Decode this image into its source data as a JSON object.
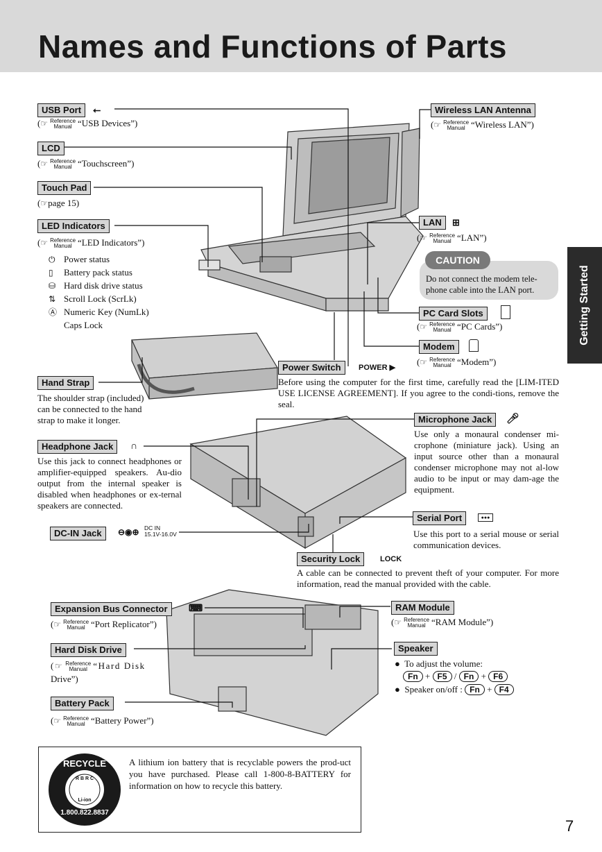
{
  "page_title": "Names and Functions of Parts",
  "side_tab": "Getting Started",
  "page_number": "7",
  "ref_manual": {
    "top": "Reference",
    "bottom": "Manual"
  },
  "labels": {
    "usb_port": "USB Port",
    "lcd": "LCD",
    "touch_pad": "Touch Pad",
    "led_indicators": "LED Indicators",
    "hand_strap": "Hand Strap",
    "wireless_lan": "Wireless LAN Antenna",
    "lan": "LAN",
    "pc_card": "PC Card Slots",
    "modem": "Modem",
    "power_switch": "Power Switch",
    "microphone": "Microphone Jack",
    "headphone": "Headphone Jack",
    "dc_in": "DC-IN Jack",
    "serial": "Serial Port",
    "security": "Security Lock",
    "expansion": "Expansion Bus Connector",
    "ram": "RAM Module",
    "hdd": "Hard Disk Drive",
    "speaker": "Speaker",
    "battery": "Battery Pack"
  },
  "refs": {
    "usb": "“USB Devices”)",
    "lcd": "“Touchscreen”)",
    "touch_pad": "page 15)",
    "led": "“LED Indicators”)",
    "wireless": "“Wireless LAN”)",
    "lan": "“LAN”)",
    "pc_card": "“PC Cards”)",
    "modem": "“Modem”)",
    "expansion": "“Port Replicator”)",
    "ram": "“RAM Module”)",
    "hdd_line1": "“Hard Disk",
    "hdd_line2": "Drive”)",
    "battery": "“Battery Power”)"
  },
  "led_list": [
    {
      "icon": "power-status-icon",
      "glyph": "⏻",
      "text": "Power status"
    },
    {
      "icon": "battery-status-icon",
      "glyph": "▯",
      "text": "Battery pack status"
    },
    {
      "icon": "hdd-status-icon",
      "glyph": "⛁",
      "text": "Hard disk drive status"
    },
    {
      "icon": "scroll-lock-icon",
      "glyph": "⇅",
      "text": "Scroll Lock (ScrLk)"
    },
    {
      "icon": "num-lock-icon",
      "glyph": "Ⓐ",
      "text": "Numeric Key (NumLk)"
    },
    {
      "icon": "caps-lock-icon",
      "glyph": "",
      "text": "Caps Lock"
    }
  ],
  "caution": {
    "title": "CAUTION",
    "text": "Do not connect the modem tele-phone cable into the LAN port."
  },
  "power_mark": "POWER",
  "power_text": "Before using the computer for the first time, carefully read the [LIM-ITED USE LICENSE  AGREEMENT].  If you agree to the condi-tions, remove the seal.",
  "hand_strap_text": "The shoulder strap (included) can be connected to the hand strap to make it longer.",
  "headphone_text": "Use this jack to connect  headphones or amplifier-equipped speakers.  Au-dio output from the internal speaker is disabled when headphones or ex-ternal speakers are connected.",
  "microphone_text": "Use only a monaural condenser mi-crophone (miniature jack).  Using an input source other than a monaural condenser microphone may not al-low audio to be input or may dam-age the equipment.",
  "dc_in_mark": {
    "line1": "DC IN",
    "line2": "15.1V-16.0V"
  },
  "serial_text": "Use this port to a serial mouse or serial communication devices.",
  "security_mark": "LOCK",
  "security_text": "A cable can be connected to prevent theft of your computer.  For more information, read the manual provided with the cable.",
  "speaker": {
    "adjust": "To adjust the volume:",
    "onoff": "Speaker on/off :",
    "keys": {
      "fn": "Fn",
      "f5": "F5",
      "f6": "F6",
      "f4": "F4"
    },
    "plus": "+",
    "slash": "/"
  },
  "recycle": {
    "text": "A lithium ion battery that is recyclable powers the prod-uct you have purchased.  Please call 1-800-8-BATTERY for information on how to recycle this battery.",
    "logo_top": "RECYCLE",
    "logo_rbrc": "R B R C",
    "logo_mid": "Li-ion",
    "logo_phone": "1.800.822.8837"
  },
  "colors": {
    "header_bg": "#d9d9d9",
    "tab_bg": "#2b2b2b",
    "label_bg": "#d6d6d6",
    "caution_pill": "#7a7a7a"
  }
}
